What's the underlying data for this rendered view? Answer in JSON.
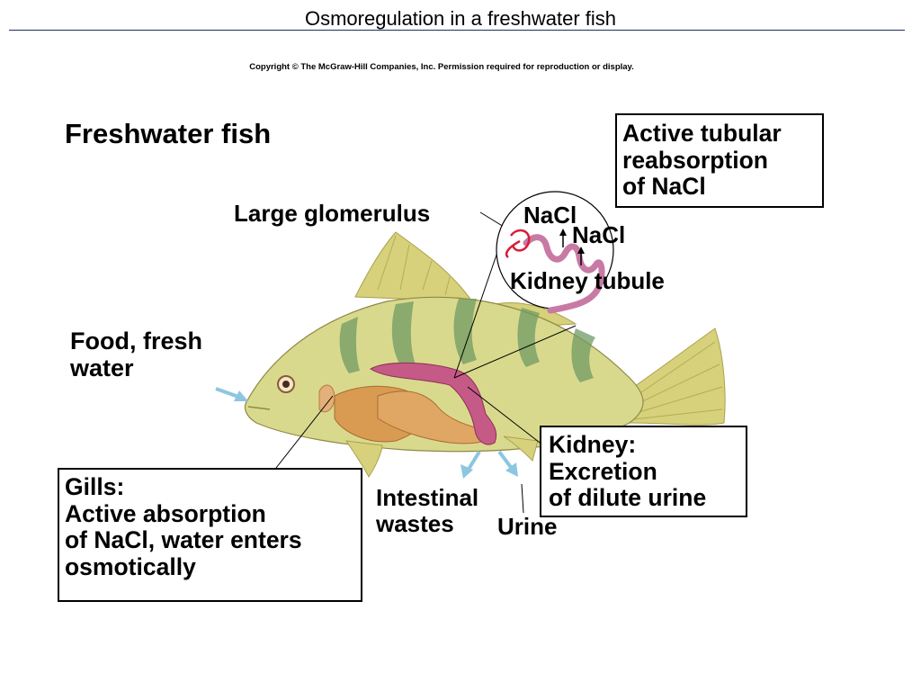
{
  "slide_title": "Osmoregulation in a freshwater fish",
  "copyright": "Copyright © The McGraw-Hill Companies, Inc. Permission required for reproduction or display.",
  "heading": "Freshwater fish",
  "labels": {
    "large_glomerulus": "Large glomerulus",
    "nacl_1": "NaCl",
    "nacl_2": "NaCl",
    "kidney_tubule": "Kidney tubule",
    "food": "Food, fresh water",
    "intestinal": "Intestinal wastes",
    "urine": "Urine"
  },
  "boxes": {
    "tubular": [
      "Active tubular",
      "reabsorption",
      "of NaCl"
    ],
    "kidney": [
      "Kidney:",
      "Excretion",
      "of dilute urine"
    ],
    "gills": [
      "Gills:",
      "Active absorption",
      "of NaCl, water enters",
      "osmotically"
    ]
  },
  "colors": {
    "title_rule": "#1f2f5a",
    "fish_body": "#d9d98e",
    "fish_stripe": "#6f9a63",
    "fin": "#d6d17a",
    "organ": "#d99a52",
    "kidney": "#c65a86",
    "arrow": "#8cc6e0"
  }
}
